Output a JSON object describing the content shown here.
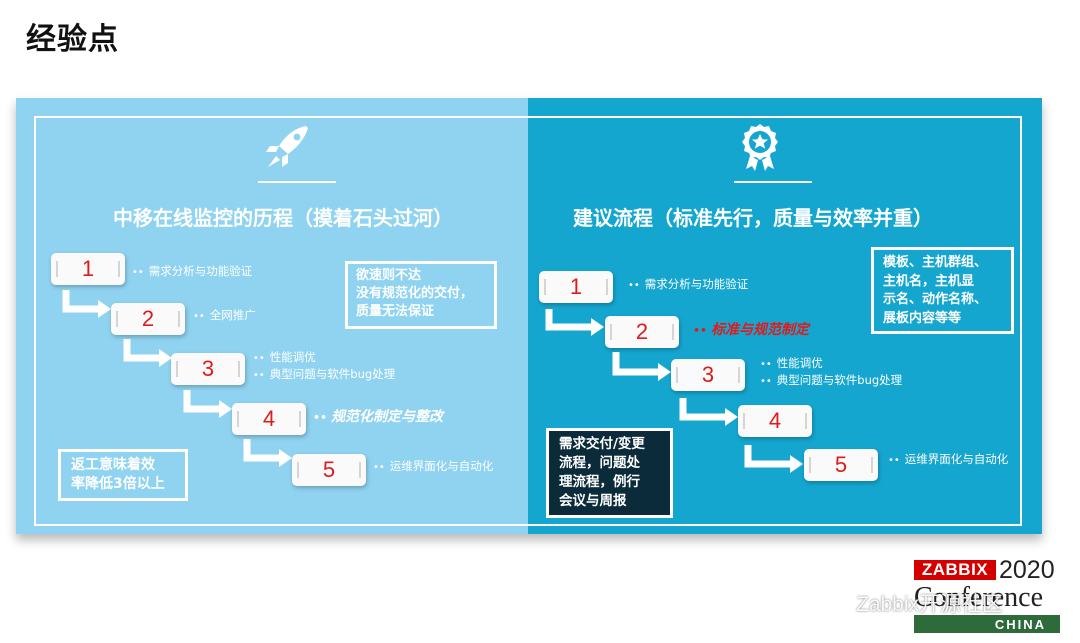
{
  "page": {
    "title": "经验点"
  },
  "left": {
    "heading": "中移在线监控的历程（摸着石头过河）",
    "steps": [
      {
        "num": "1",
        "notes": [
          "需求分析与功能验证"
        ]
      },
      {
        "num": "2",
        "notes": [
          "全网推广"
        ]
      },
      {
        "num": "3",
        "notes": [
          "性能调优",
          "典型问题与软件bug处理"
        ]
      },
      {
        "num": "4",
        "key": "规范化制定与整改"
      },
      {
        "num": "5",
        "notes": [
          "运维界面化与自动化"
        ]
      }
    ],
    "box_top": [
      "欲速则不达",
      "没有规范化的交付，",
      "质量无法保证"
    ],
    "box_bottom": [
      "返工意味着效",
      "率降低3倍以上"
    ]
  },
  "right": {
    "heading": "建议流程（标准先行，质量与效率并重）",
    "steps": [
      {
        "num": "1",
        "notes": [
          "需求分析与功能验证"
        ]
      },
      {
        "num": "2",
        "key": "标准与规范制定"
      },
      {
        "num": "3",
        "notes": [
          "性能调优",
          "典型问题与软件bug处理"
        ]
      },
      {
        "num": "4"
      },
      {
        "num": "5",
        "notes": [
          "运维界面化与自动化"
        ]
      }
    ],
    "box_top": [
      "模板、主机群组、",
      "主机名，主机显",
      "示名、动作名称、",
      "展板内容等等"
    ],
    "box_bottom": [
      "需求交付/变更",
      "流程，问题处",
      "理流程，例行",
      "会议与周报"
    ]
  },
  "dots": "••",
  "logo": {
    "brand": "ZABBIX",
    "year": "2020",
    "conference": "Conference",
    "region": "CHINA"
  },
  "watermark": "Zabbix开源社区",
  "colors": {
    "left_bg": "#8fd3f1",
    "right_bg": "#15a6d0",
    "step_number": "#e01b1b",
    "key_left": "#ffffff",
    "key_right": "#e01b1b",
    "dark_box": "#0b2a3a"
  },
  "icons": {
    "left": "rocket-icon",
    "right": "award-badge-icon",
    "watermark": "wechat-icon"
  }
}
